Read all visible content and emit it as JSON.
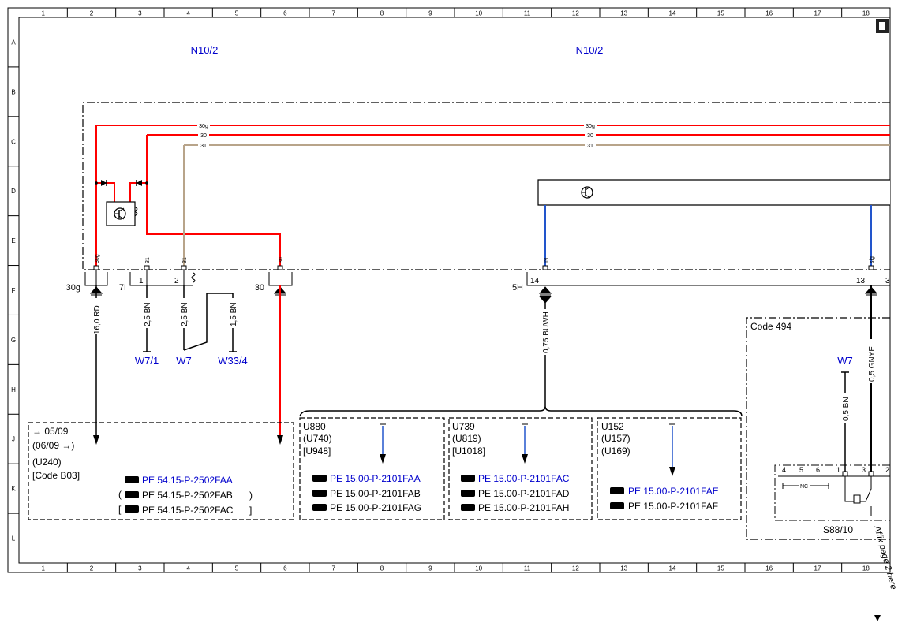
{
  "colors": {
    "frame": "#000000",
    "wire_30": "#ff0000",
    "wire_31": "#b8a48a",
    "wire_signal": "#2255cc",
    "link_text": "#0000cc",
    "text": "#000000"
  },
  "border": {
    "columns": [
      "1",
      "2",
      "3",
      "4",
      "5",
      "6",
      "7",
      "8",
      "9",
      "10",
      "11",
      "12",
      "13",
      "14",
      "15",
      "16",
      "17",
      "18"
    ],
    "rows": [
      "A",
      "B",
      "C",
      "D",
      "E",
      "F",
      "G",
      "H",
      "J",
      "K",
      "L"
    ]
  },
  "component_labels": [
    "N10/2",
    "N10/2"
  ],
  "bus_lines": [
    {
      "label_left": "30g",
      "label_right": "30g"
    },
    {
      "label_left": "30",
      "label_right": "30"
    },
    {
      "label_left": "31",
      "label_right": "31"
    }
  ],
  "pins": {
    "left_30g": "30g",
    "pin_30g": "30g",
    "pin_31a": "31",
    "pin_31b": "31",
    "pin_30": "30",
    "pin_in": "IN",
    "pin_sig": "sig",
    "conn_7i": "7I",
    "conn_1": "1",
    "conn_2": "2",
    "conn_30": "30",
    "conn_5h": "5H",
    "conn_14": "14",
    "conn_13": "13",
    "conn_3": "3"
  },
  "wires": {
    "w_16rd": "16,0 RD",
    "w_25bn_a": "2,5 BN",
    "w_25bn_b": "2,5 BN",
    "w_15bn": "1,5 BN",
    "w_075buwh": "0,75 BUWH",
    "w_05gnye": "0,5 GNYE",
    "w_05bn": "0,5 BN"
  },
  "grounds": [
    "W7/1",
    "W7",
    "W33/4",
    "W7"
  ],
  "ref_box1": {
    "lines": [
      "→ 05/09",
      "(06/09  →)",
      "(U240)",
      "[Code B03]"
    ],
    "refs": [
      "PE 54.15-P-2502FAA",
      "PE 54.15-P-2502FAB",
      "PE 54.15-P-2502FAC"
    ]
  },
  "ref_box2": {
    "lines": [
      "U880",
      "(U740)",
      "[U948]"
    ],
    "refs": [
      "PE 15.00-P-2101FAA",
      "PE 15.00-P-2101FAB",
      "PE 15.00-P-2101FAG"
    ]
  },
  "ref_box3": {
    "lines": [
      "U739",
      "(U819)",
      "[U1018]"
    ],
    "refs": [
      "PE 15.00-P-2101FAC",
      "PE 15.00-P-2101FAD",
      "PE 15.00-P-2101FAH"
    ]
  },
  "ref_box4": {
    "lines": [
      "U152",
      "(U157)",
      "(U169)"
    ],
    "refs": [
      "PE 15.00-P-2101FAE",
      "PE 15.00-P-2101FAF"
    ]
  },
  "code_box": {
    "title": "Code 494",
    "switch_label": "S88/10",
    "pins": [
      "4",
      "5",
      "6",
      "1",
      "3",
      "2"
    ],
    "nc": "NC"
  },
  "affix_note": "Affix page 2 here"
}
